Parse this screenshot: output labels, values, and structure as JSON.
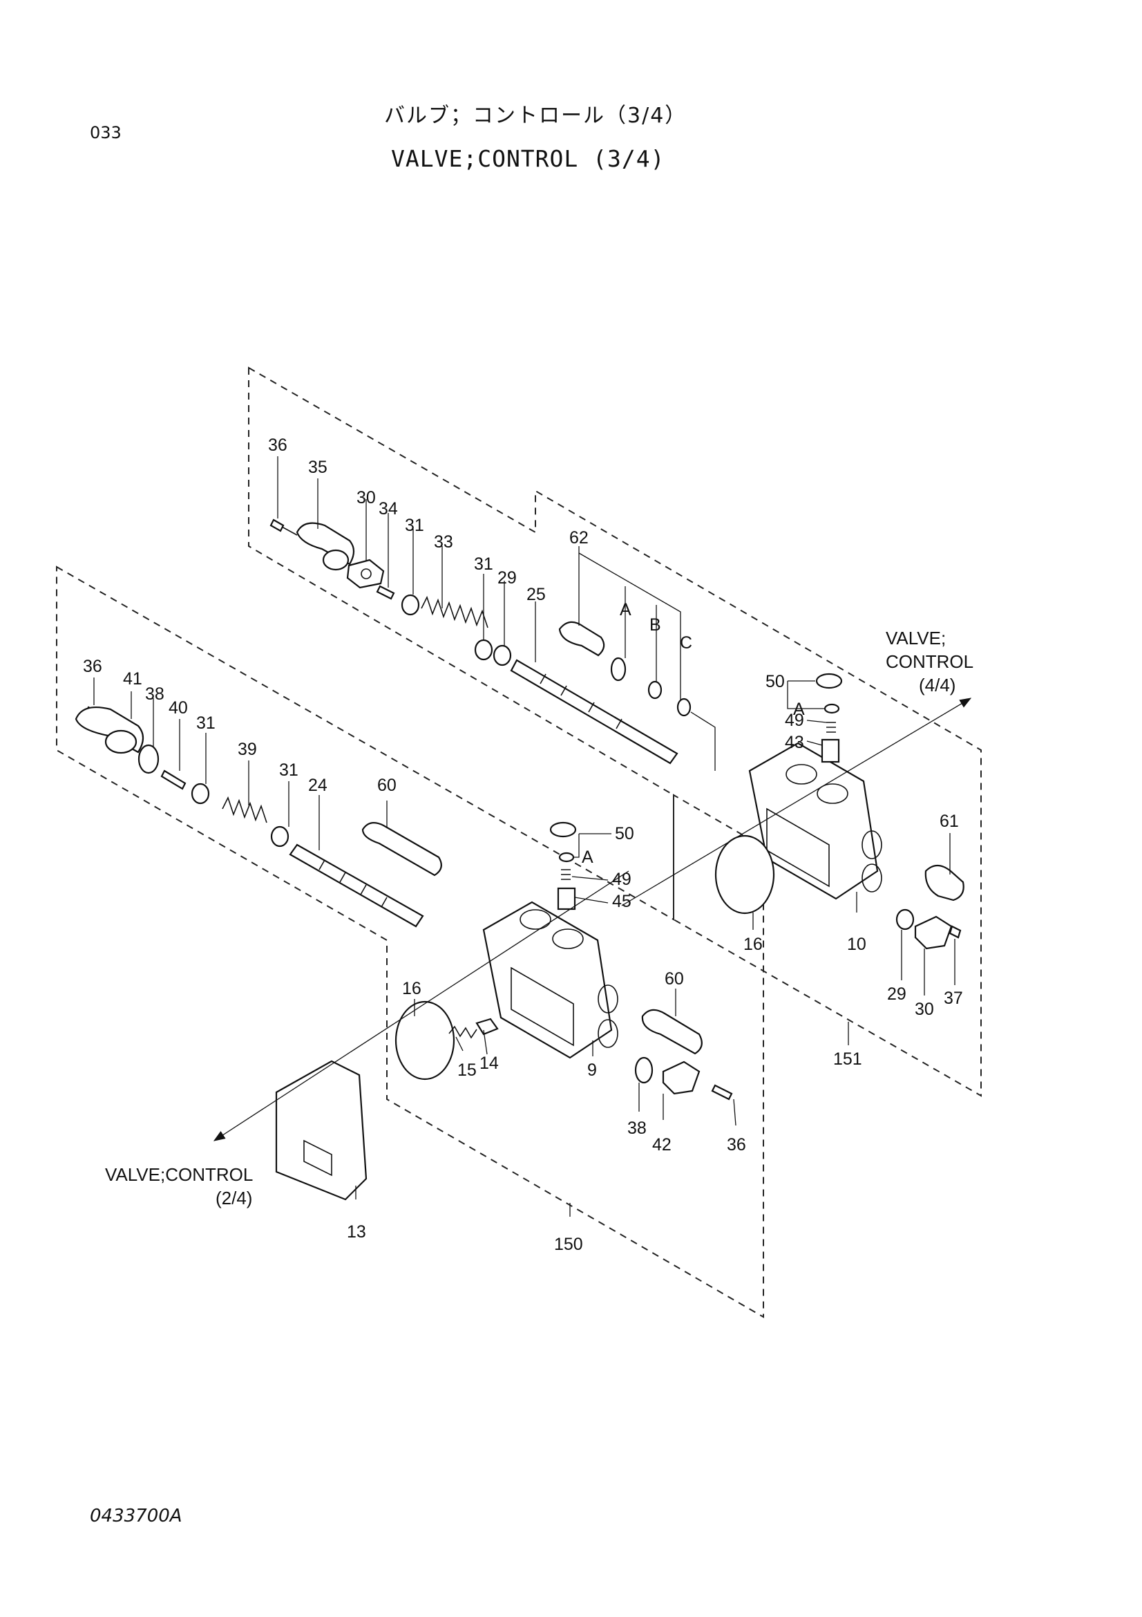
{
  "header": {
    "page_number": "033",
    "title_jp": "バルブ；コントロール（3/4）",
    "title_en": "VALVE;CONTROL (3/4)"
  },
  "footer": {
    "document_code": "0433700A"
  },
  "cross_refs": {
    "to_4_line1": "VALVE;",
    "to_4_line2": "CONTROL",
    "to_4_line3": "(4/4)",
    "to_2_line1": "VALVE;CONTROL",
    "to_2_line2": "(2/4)"
  },
  "callouts": {
    "c36a": "36",
    "c35": "35",
    "c30a": "30",
    "c34": "34",
    "c31a": "31",
    "c33": "33",
    "c31b": "31",
    "c29a": "29",
    "c25": "25",
    "c62": "62",
    "cA1": "A",
    "cB": "B",
    "cC": "C",
    "c50a": "50",
    "cA2": "A",
    "c49a": "49",
    "c43": "43",
    "c61": "61",
    "c16a": "16",
    "c10": "10",
    "c29b": "29",
    "c30b": "30",
    "c37": "37",
    "c151": "151",
    "c36b": "36",
    "c41": "41",
    "c38a": "38",
    "c40": "40",
    "c31c": "31",
    "c39": "39",
    "c31d": "31",
    "c24": "24",
    "c60a": "60",
    "c50b": "50",
    "cA3": "A",
    "c49b": "49",
    "c45": "45",
    "c16b": "16",
    "c15": "15",
    "c14": "14",
    "c9": "9",
    "c60b": "60",
    "c38b": "38",
    "c42": "42",
    "c36c": "36",
    "c13": "13",
    "c150": "150"
  }
}
